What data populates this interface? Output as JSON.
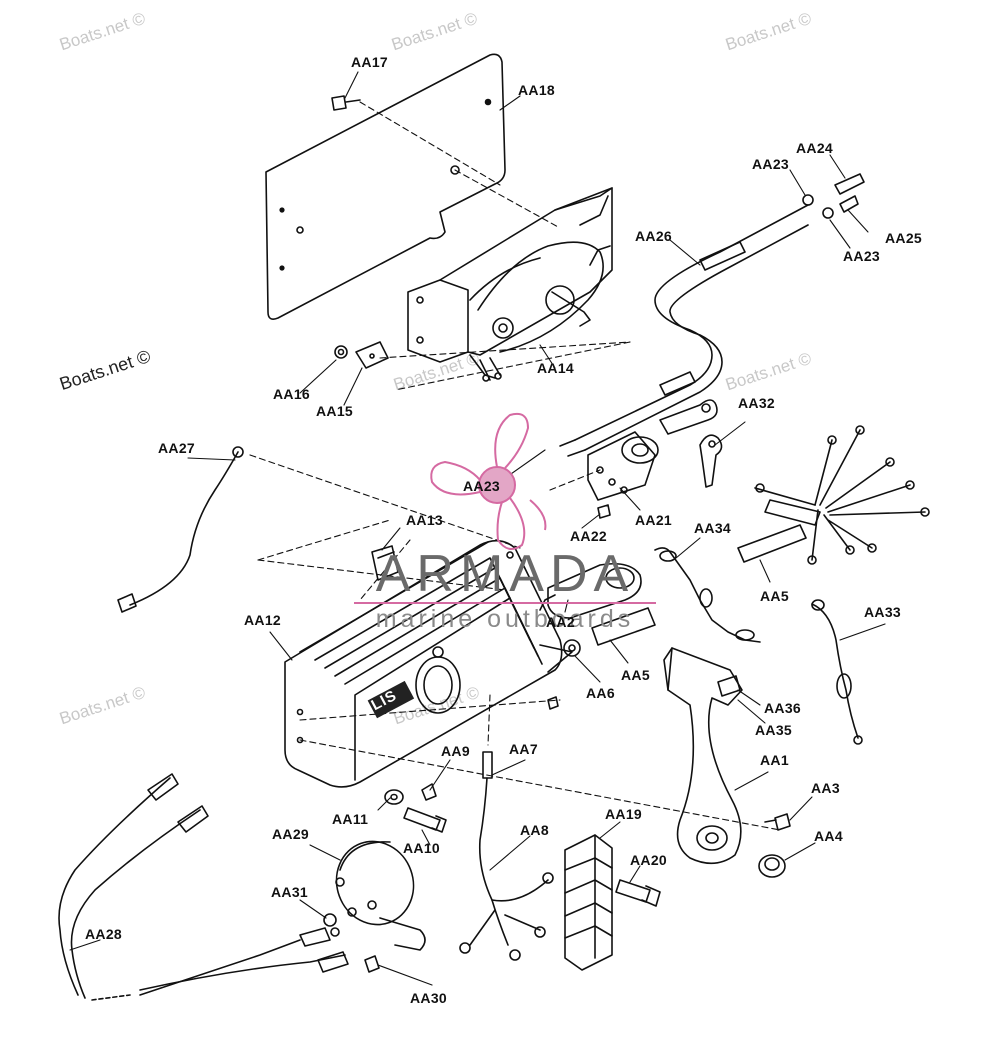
{
  "watermark_text": "Boats.net ©",
  "brand": {
    "name": "ARMADA",
    "subtitle": "marine outboards",
    "accent": "#d56aa2"
  },
  "parts": {
    "AA1": "AA1",
    "AA2": "AA2",
    "AA3": "AA3",
    "AA4": "AA4",
    "AA5": "AA5",
    "AA6": "AA6",
    "AA7": "AA7",
    "AA8": "AA8",
    "AA9": "AA9",
    "AA10": "AA10",
    "AA11": "AA11",
    "AA12": "AA12",
    "AA13": "AA13",
    "AA14": "AA14",
    "AA15": "AA15",
    "AA16": "AA16",
    "AA17": "AA17",
    "AA18": "AA18",
    "AA19": "AA19",
    "AA20": "AA20",
    "AA21": "AA21",
    "AA22": "AA22",
    "AA23": "AA23",
    "AA24": "AA24",
    "AA25": "AA25",
    "AA26": "AA26",
    "AA27": "AA27",
    "AA28": "AA28",
    "AA29": "AA29",
    "AA30": "AA30",
    "AA31": "AA31",
    "AA32": "AA32",
    "AA33": "AA33",
    "AA34": "AA34",
    "AA35": "AA35",
    "AA36": "AA36"
  },
  "housing_badge": "LIS"
}
